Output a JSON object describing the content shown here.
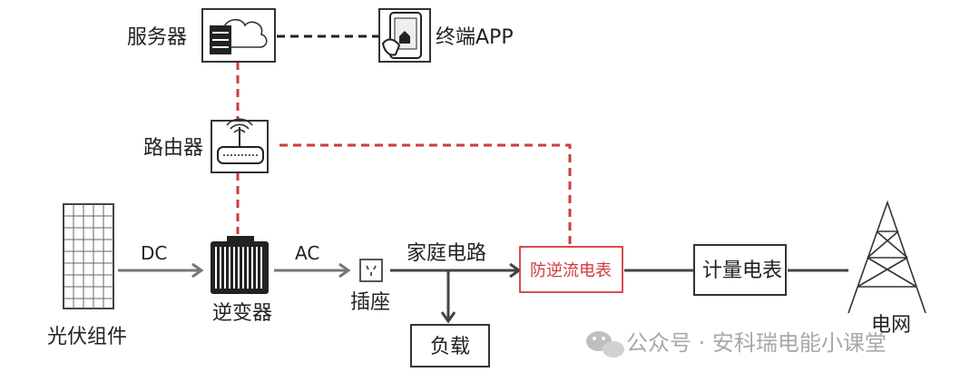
{
  "labels": {
    "server": "服务器",
    "terminal_app": "终端APP",
    "router": "路由器",
    "dc": "DC",
    "ac": "AC",
    "household_circuit": "家庭电路",
    "anti_backflow_meter": "防逆流电表",
    "metering_meter": "计量电表",
    "pv_module": "光伏组件",
    "inverter": "逆变器",
    "socket": "插座",
    "load": "负载",
    "grid": "电网"
  },
  "watermark": "公众号 · 安科瑞电能小课堂",
  "icons": {
    "server": "server-cloud-icon",
    "phone": "phone-app-icon",
    "router": "wifi-router-icon",
    "pv": "solar-panel-icon",
    "inverter": "inverter-icon",
    "socket": "power-socket-icon",
    "grid": "transmission-tower-icon",
    "wechat": "wechat-icon"
  },
  "colors": {
    "accent_red": "#d23a3a",
    "line_black": "#222222",
    "flow_gray": "#777777"
  }
}
